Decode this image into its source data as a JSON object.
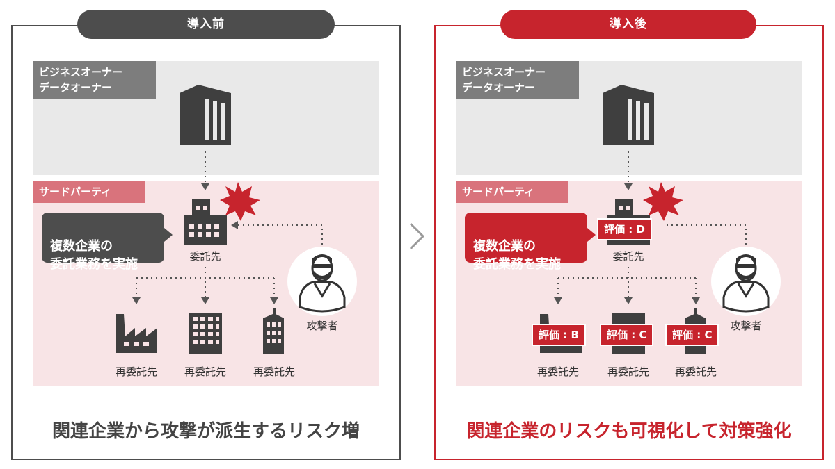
{
  "before": {
    "header": "導入前",
    "business_owner_label": "ビジネスオーナー\nデータオーナー",
    "third_party_label": "サードパーティ",
    "callout": "複数企業の\n委託業務を実施",
    "contractor_label": "委託先",
    "attacker_label": "攻撃者",
    "subcontractors": [
      "再委託先",
      "再委託先",
      "再委託先"
    ],
    "summary": "関連企業から攻撃が派生するリスク増"
  },
  "after": {
    "header": "導入後",
    "business_owner_label": "ビジネスオーナー\nデータオーナー",
    "third_party_label": "サードパーティ",
    "callout": "複数企業の\n委託業務を実施",
    "contractor_label": "委託先",
    "contractor_eval": "評価 : D",
    "attacker_label": "攻撃者",
    "subcontractors": [
      "再委託先",
      "再委託先",
      "再委託先"
    ],
    "subcontractor_evals": [
      "評価 : B",
      "評価 : C",
      "評価 : C"
    ],
    "summary": "関連企業のリスクも可視化して対策強化"
  },
  "colors": {
    "dark": "#4d4d4d",
    "red": "#c7242d",
    "gray_band": "#e9e9e9",
    "pink_band": "#f8e4e6",
    "tp_label_before": "#d9737c",
    "tp_label_after": "#d9737c"
  }
}
